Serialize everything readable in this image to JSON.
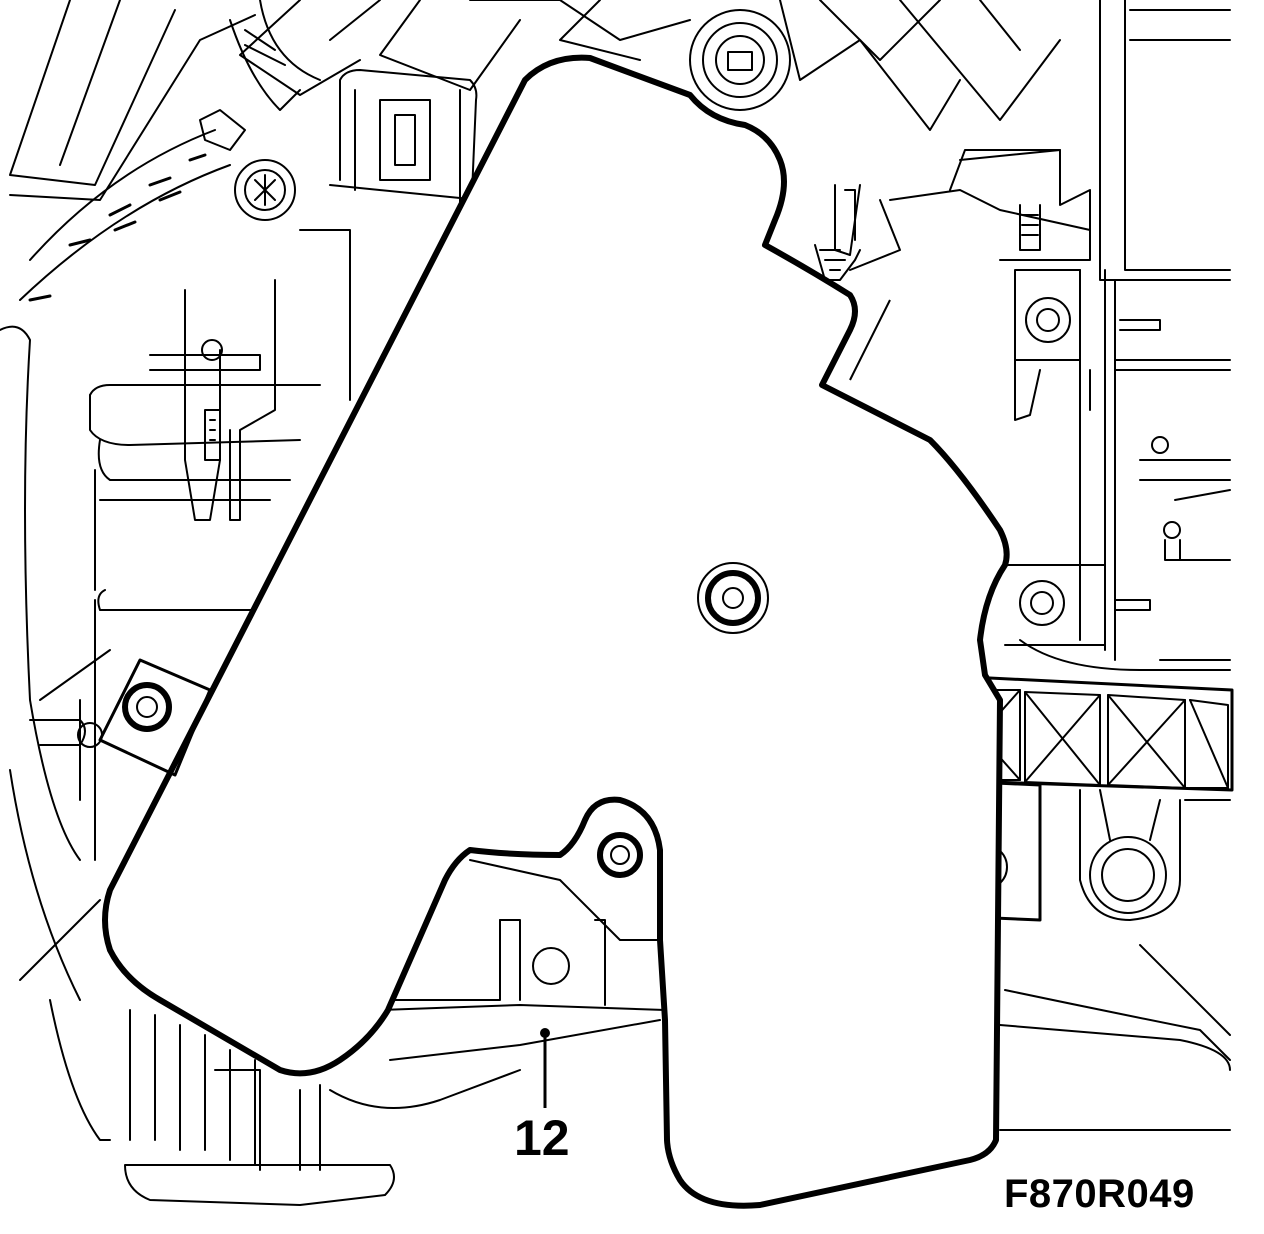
{
  "callouts": [
    {
      "id": "part-12",
      "label": "12"
    }
  ],
  "figure_code": "F870R049",
  "colors": {
    "line": "#000000",
    "background": "#ffffff"
  }
}
